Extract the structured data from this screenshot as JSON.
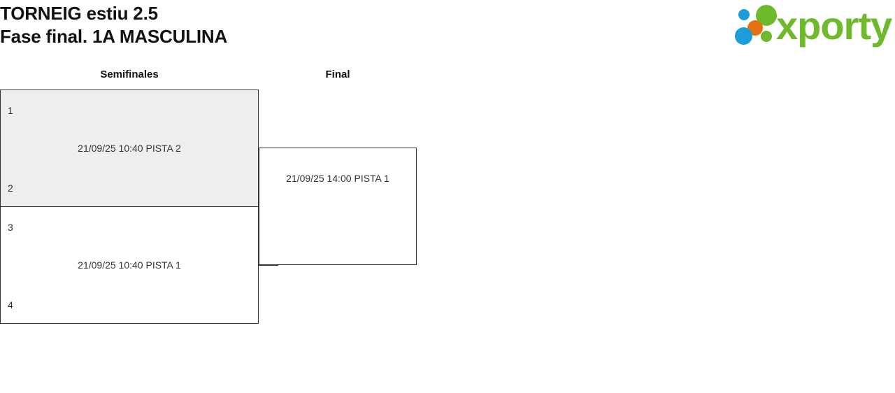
{
  "header": {
    "title_line_1": "TORNEIG estiu 2.5",
    "title_line_2": "Fase final. 1A MASCULINA"
  },
  "logo": {
    "wordmark": "xporty",
    "colors": {
      "green": "#6fb92c",
      "blue": "#1b9dd9",
      "orange": "#e8700f"
    }
  },
  "bracket": {
    "rounds": [
      {
        "label": "Semifinales"
      },
      {
        "label": "Final"
      }
    ],
    "matches": [
      {
        "id": "sf-1",
        "round": "Semifinales",
        "seed_top": "1",
        "seed_bottom": "2",
        "info": "21/09/25 10:40 PISTA 2",
        "shaded": true
      },
      {
        "id": "sf-2",
        "round": "Semifinales",
        "seed_top": "3",
        "seed_bottom": "4",
        "info": "21/09/25 10:40 PISTA 1",
        "shaded": false
      },
      {
        "id": "final",
        "round": "Final",
        "seed_top": "",
        "seed_bottom": "",
        "info": "21/09/25 14:00 PISTA 1",
        "shaded": false
      }
    ]
  }
}
